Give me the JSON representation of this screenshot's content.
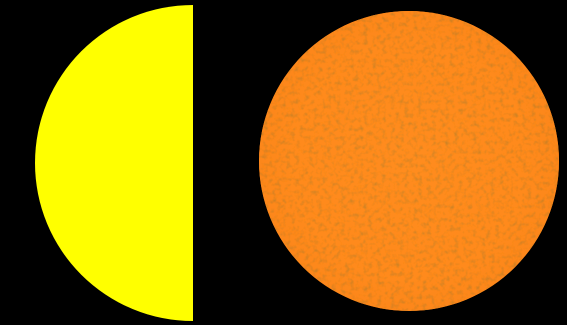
{
  "scene": {
    "background_color": "#000000",
    "objects": [
      {
        "name": "yellow-half-disc",
        "shape": "half-disc (left half of a circle, flat edge on the right)",
        "fill_color": "#ffff00"
      },
      {
        "name": "orange-textured-sphere",
        "shape": "full disc with mottled granular texture",
        "base_color": "#ff8a1e",
        "highlight_color": "#ffb04a",
        "shadow_color": "#c85a10"
      }
    ]
  }
}
